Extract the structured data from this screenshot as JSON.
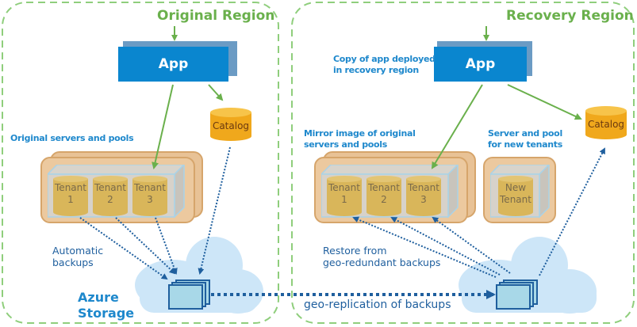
{
  "regions": {
    "original": {
      "title": "Original Region"
    },
    "recovery": {
      "title": "Recovery Region"
    }
  },
  "apps": {
    "original": {
      "label": "App"
    },
    "recovery": {
      "label": "App",
      "caption_line1": "Copy of app deployed",
      "caption_line2": "in recovery region"
    }
  },
  "catalogs": {
    "original": {
      "label": "Catalog"
    },
    "recovery": {
      "label": "Catalog"
    }
  },
  "pools": {
    "original": {
      "caption": "Original servers and pools",
      "tenants": [
        {
          "line1": "Tenant",
          "line2": "1"
        },
        {
          "line1": "Tenant",
          "line2": "2"
        },
        {
          "line1": "Tenant",
          "line2": "3"
        }
      ]
    },
    "mirror": {
      "caption_line1": "Mirror image of original",
      "caption_line2": "servers and pools",
      "tenants": [
        {
          "line1": "Tenant",
          "line2": "1"
        },
        {
          "line1": "Tenant",
          "line2": "2"
        },
        {
          "line1": "Tenant",
          "line2": "3"
        }
      ]
    },
    "new": {
      "caption_line1": "Server and pool",
      "caption_line2": "for new tenants",
      "tenant": {
        "line1": "New",
        "line2": "Tenant"
      }
    }
  },
  "notes": {
    "automatic_backups_line1": "Automatic",
    "automatic_backups_line2": "backups",
    "restore_line1": "Restore from",
    "restore_line2": "geo-redundant backups",
    "geo_replication": "geo-replication of backups"
  },
  "storage": {
    "line1": "Azure",
    "line2": "Storage"
  },
  "colors": {
    "region_border": "#8fce7c",
    "region_title": "#6ab04c",
    "app_fill": "#0a86cf",
    "app_shadow": "#6b9bc4",
    "green_arrow": "#6ab04c",
    "dotted_arrow": "#1f5f9e",
    "catalog_fill": "#f0a81c",
    "tenant_fill": "#d9b65a",
    "pool_fill": "#ecc99f",
    "cloud_fill": "#cde6f8"
  }
}
